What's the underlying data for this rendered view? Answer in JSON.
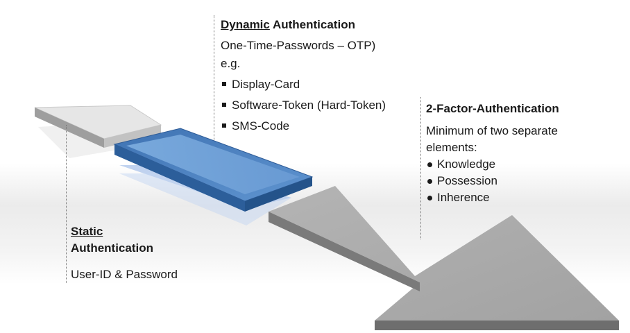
{
  "static": {
    "title_line1": "Static",
    "title_line2": "Authentication",
    "desc": "User-ID & Password"
  },
  "dynamic": {
    "title_underlined": "Dynamic",
    "title_rest": " Authentication",
    "line1": "One-Time-Passwords – OTP)",
    "line2": "e.g.",
    "items": [
      "Display-Card",
      "Software-Token (Hard-Token)",
      "SMS-Code"
    ]
  },
  "two_factor": {
    "title": "2-Factor-Authentication",
    "line1": "Minimum of two separate",
    "line2": "elements:",
    "items": [
      "Knowledge",
      "Possession",
      "Inherence"
    ]
  },
  "colors": {
    "static_block": "#e3e3e3",
    "dynamic_block": "#4f86c6",
    "arrow": "#a8a8a8"
  }
}
